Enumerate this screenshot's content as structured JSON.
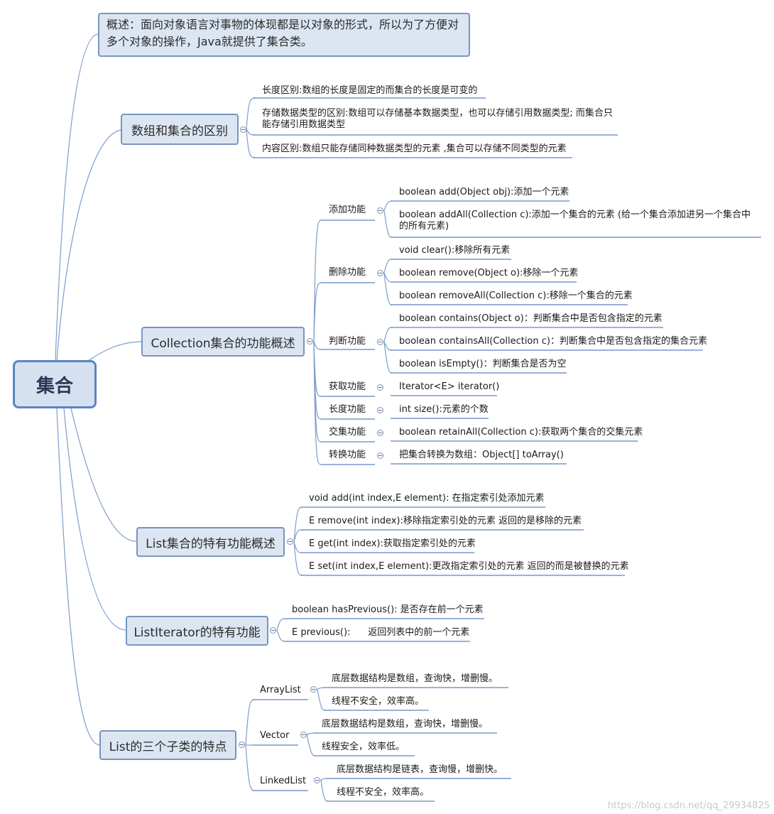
{
  "root": "集合",
  "overview": "概述：面向对象语言对事物的体现都是以对象的形式，所以为了方便对多个对象的操作，Java就提供了集合类。",
  "array_vs_collection": {
    "title": "数组和集合的区别",
    "items": [
      "长度区别:数组的长度是固定的而集合的长度是可变的",
      "存储数据类型的区别:数组可以存储基本数据类型，也可以存储引用数据类型; 而集合只能存储引用数据类型",
      "内容区别:数组只能存储同种数据类型的元素 ,集合可以存储不同类型的元素"
    ]
  },
  "collection": {
    "title": "Collection集合的功能概述",
    "groups": [
      {
        "label": "添加功能",
        "items": [
          "boolean add(Object obj):添加一个元素",
          "boolean addAll(Collection c):添加一个集合的元素  (给一个集合添加进另一个集合中的所有元素)"
        ]
      },
      {
        "label": "删除功能",
        "items": [
          "void clear():移除所有元素",
          "boolean remove(Object o):移除一个元素",
          "boolean removeAll(Collection c):移除一个集合的元素"
        ]
      },
      {
        "label": "判断功能",
        "items": [
          "boolean contains(Object o)：判断集合中是否包含指定的元素",
          "boolean containsAll(Collection c)：判断集合中是否包含指定的集合元素",
          "boolean isEmpty()：判断集合是否为空"
        ]
      },
      {
        "label": "获取功能",
        "items": [
          "Iterator<E> iterator()"
        ]
      },
      {
        "label": "长度功能",
        "items": [
          "int size():元素的个数"
        ]
      },
      {
        "label": "交集功能",
        "items": [
          "boolean retainAll(Collection c):获取两个集合的交集元素"
        ]
      },
      {
        "label": "转换功能",
        "items": [
          "把集合转换为数组：Object[] toArray()"
        ]
      }
    ]
  },
  "list": {
    "title": "List集合的特有功能概述",
    "items": [
      "void add(int index,E element):    在指定索引处添加元素",
      "E remove(int index):移除指定索引处的元素  返回的是移除的元素",
      "E get(int index):获取指定索引处的元素",
      "E set(int index,E element):更改指定索引处的元素 返回的而是被替换的元素"
    ]
  },
  "list_iterator": {
    "title": "ListIterator的特有功能",
    "items": [
      "boolean hasPrevious(): 是否存在前一个元素",
      "E previous():      返回列表中的前一个元素"
    ]
  },
  "list_subclasses": {
    "title": "List的三个子类的特点",
    "groups": [
      {
        "label": "ArrayList",
        "items": [
          "底层数据结构是数组，查询快，增删慢。",
          "线程不安全，效率高。"
        ]
      },
      {
        "label": "Vector",
        "items": [
          "底层数据结构是数组，查询快，增删慢。",
          "线程安全，效率低。"
        ]
      },
      {
        "label": "LinkedList",
        "items": [
          "底层数据结构是链表，查询慢，增删快。",
          "线程不安全，效率高。"
        ]
      }
    ]
  },
  "watermark": "https://blog.csdn.net/qq_29934825",
  "colors": {
    "line": "#7e9ccc",
    "underline": "#5b84c4",
    "box_fill": "#dce6f2",
    "box_border": "#7895bf"
  }
}
